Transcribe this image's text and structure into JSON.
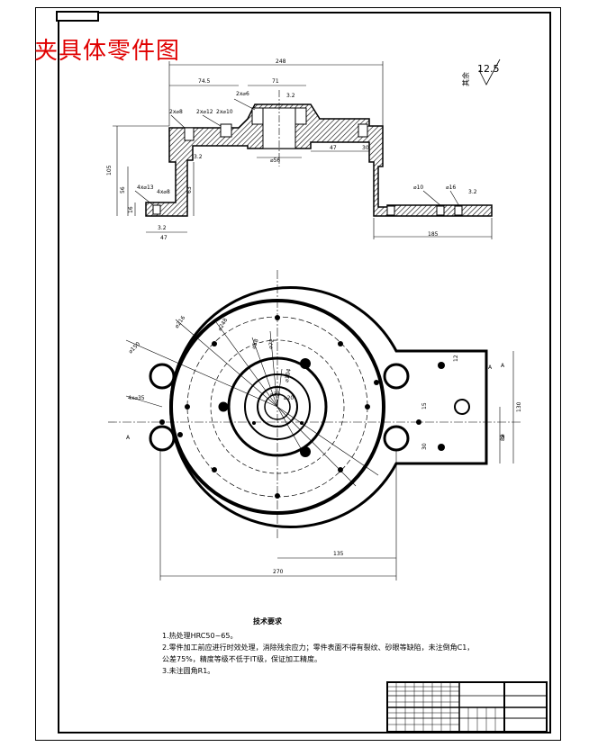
{
  "title": "夹具体零件图",
  "section": {
    "top_dims": {
      "overall_width": "248",
      "left_offset": "74.5",
      "center_dim": "71",
      "right_dim_1": "47",
      "right_dim_2": "30"
    },
    "left_dims": {
      "height_total": "105",
      "height_inner": "56",
      "height_right": "63",
      "base_h": "16",
      "foot_w": "47"
    },
    "right_dims": {
      "right_width": "185"
    },
    "callouts": [
      "2x⌀8",
      "2x⌀12",
      "2x⌀10",
      "⌀56",
      "⌀16",
      "4x⌀13",
      "2x⌀6",
      "⌀10",
      "4x⌀8"
    ],
    "roughness_main": "12.5",
    "roughness_label": "其余",
    "surface_marks": [
      "3.2",
      "3.2",
      "3.2",
      "3.2"
    ]
  },
  "plan": {
    "dims": {
      "dia_270": "270",
      "dim_135": "135",
      "right_h": "130",
      "right_inner": "82",
      "off_12": "12",
      "off_15": "15",
      "off_30": "30"
    },
    "radial_labels": [
      "⌀150",
      "⌀216",
      "⌀248",
      "⌀58",
      "⌀72",
      "⌀104",
      "⌀32",
      "⌀20",
      "4x⌀35"
    ],
    "section_marks": [
      "A",
      "A",
      "A",
      "A"
    ]
  },
  "notes": {
    "heading": "技术要求",
    "lines": [
      "1.热处理HRC50~65。",
      "2.零件加工前应进行时效处理，消除残余应力；零件表面不得有裂纹、砂眼等缺陷，未注倒角C1，",
      "  公差75%，精度等级不低于IT级，保证加工精度。",
      "3.未注圆角R1。"
    ]
  }
}
